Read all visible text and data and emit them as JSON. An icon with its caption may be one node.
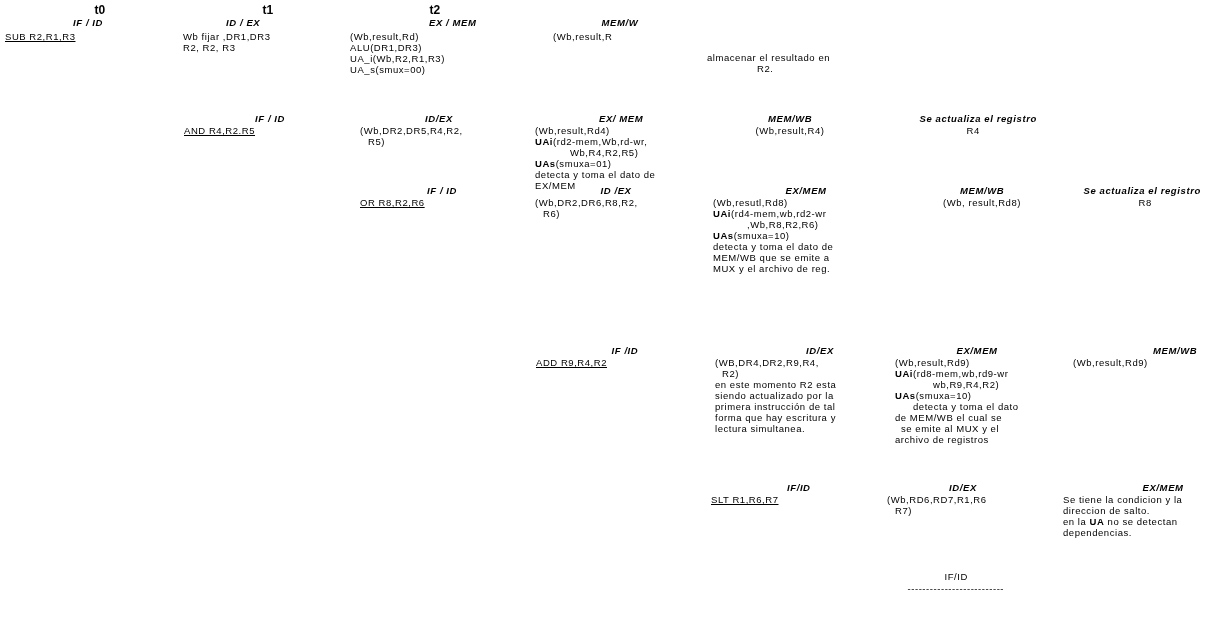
{
  "diagram": {
    "labels": [
      "t0",
      "t1",
      "t2",
      "IF / ID",
      "SUB R2,R1,R3",
      "ID / EX",
      "Wb fijar ,DR1,DR3",
      "R2, R2, R3",
      "EX / MEM",
      "(Wb,result,Rd)",
      "ALU(DR1,DR3)",
      "UA_i(Wb,R2,R1,R3)",
      "UA_s(smux=00)",
      "MEM/W",
      "(Wb,result,R",
      "almacenar el resultado en",
      "R2.",
      "IF / ID",
      "AND R4,R2.R5",
      "ID/EX",
      "(Wb,DR2,DR5,R4,R2,",
      "R5)",
      "EX/ MEM",
      "(Wb,result,Rd4)",
      "**UAi**(rd2-mem,Wb,rd-wr,",
      "Wb,R4,R2,R5)",
      "**UAs**(smuxa=01)",
      "detecta y toma el dato de",
      "EX/MEM",
      "MEM/WB",
      "(Wb,result,R4)",
      "Se actualiza el registro",
      "R4",
      "IF / ID",
      "OR R8,R2,R6",
      "ID /EX",
      "(Wb,DR2,DR6,R8,R2,",
      "R6)",
      "EX/MEM",
      "(Wb,resutl,Rd8)",
      "**UAi**(rd4-mem,wb,rd2-wr",
      ",Wb,R8,R2,R6)",
      "**UAs**(smuxa=10)",
      "detecta y toma el dato de",
      "MEM/WB que se emite a",
      "MUX y el archivo de reg.",
      "MEM/WB",
      "(Wb, result,Rd8)",
      "Se actualiza el registro",
      "R8",
      "IF /ID",
      "ADD R9,R4,R2",
      "ID/EX",
      "(WB,DR4,DR2,R9,R4,",
      "R2)",
      "en este momento R2 esta",
      "siendo actualizado por la",
      "primera instrucción de tal",
      "forma que hay escritura y",
      "lectura simultanea.",
      "EX/MEM",
      "(Wb,result,Rd9)",
      "**UAi**(rd8-mem,wb,rd9-wr",
      "wb,R9,R4,R2)",
      "**UAs**(smuxa=10)",
      "detecta y toma el dato",
      "de MEM/WB el cual se",
      "se emite al MUX y el",
      "archivo de registros",
      "MEM/WB",
      "(Wb,result,Rd9)",
      "IF/ID",
      "SLT R1,R6,R7",
      "ID/EX",
      "(Wb,RD6,RD7,R1,R6",
      "R7)",
      "EX/MEM",
      "Se tiene la condicion y la",
      "direccion de salto.",
      "en la **UA** no se detectan",
      "dependencias.",
      "IF/ID",
      "--------------------------"
    ]
  }
}
